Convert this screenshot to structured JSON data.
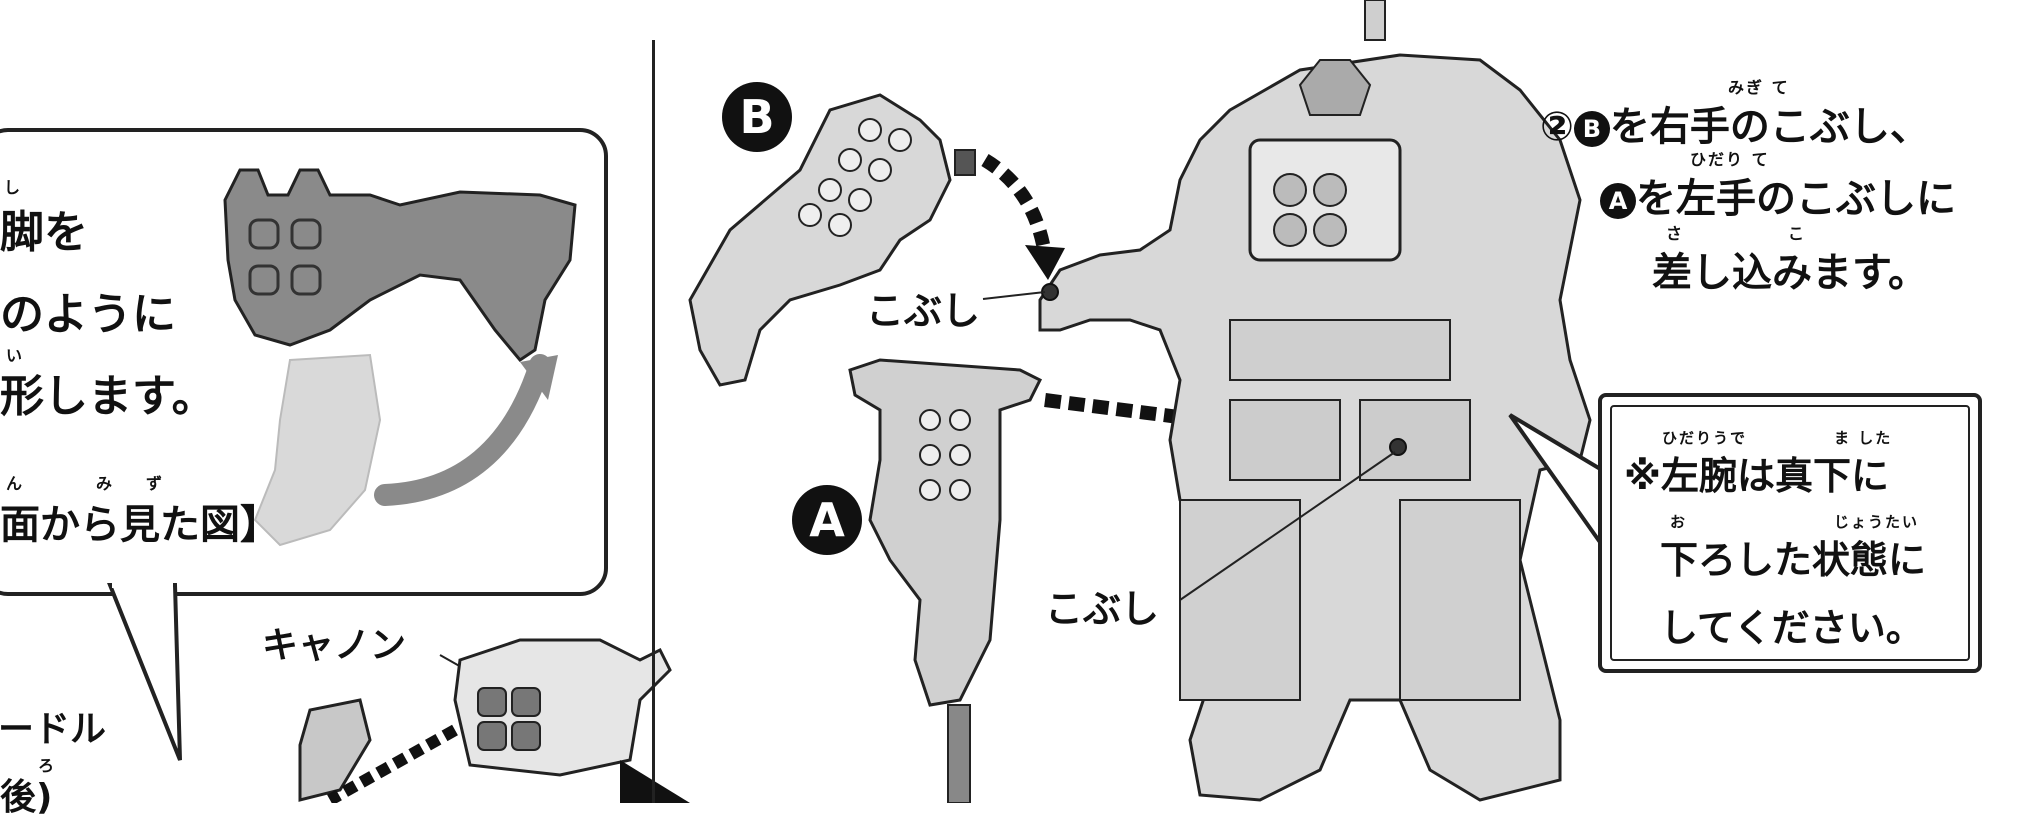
{
  "left_panel": {
    "text_line1": "脚を",
    "text_line2": "のように",
    "text_line3": "形します。",
    "caption": "面から見た図】",
    "ruby_1": "し",
    "ruby_2": "い",
    "ruby_3": "ん",
    "ruby_4": "み",
    "ruby_5": "ず",
    "cannon_label": "キャノン",
    "paddle_label": "ードル",
    "paddle_sub": "後)",
    "paddle_ruby": "ろ"
  },
  "main": {
    "badge_b": "B",
    "badge_a": "A",
    "kobushi_top": "こぶし",
    "kobushi_mid": "こぶし",
    "step": {
      "num": "②",
      "b": "B",
      "line1": "を右手のこぶし、",
      "a": "A",
      "line2": "を左手のこぶしに",
      "line3": "差し込みます。",
      "ruby_migite": "みぎ て",
      "ruby_hidarite": "ひだり て",
      "ruby_sa": "さ",
      "ruby_ko": "こ"
    },
    "note": {
      "ruby1": "ひだりうで",
      "ruby2": "ま した",
      "line1": "※左腕は真下に",
      "ruby3": "お",
      "ruby4": "じょうたい",
      "line2": "下ろした状態に",
      "line3": "してください。"
    }
  }
}
